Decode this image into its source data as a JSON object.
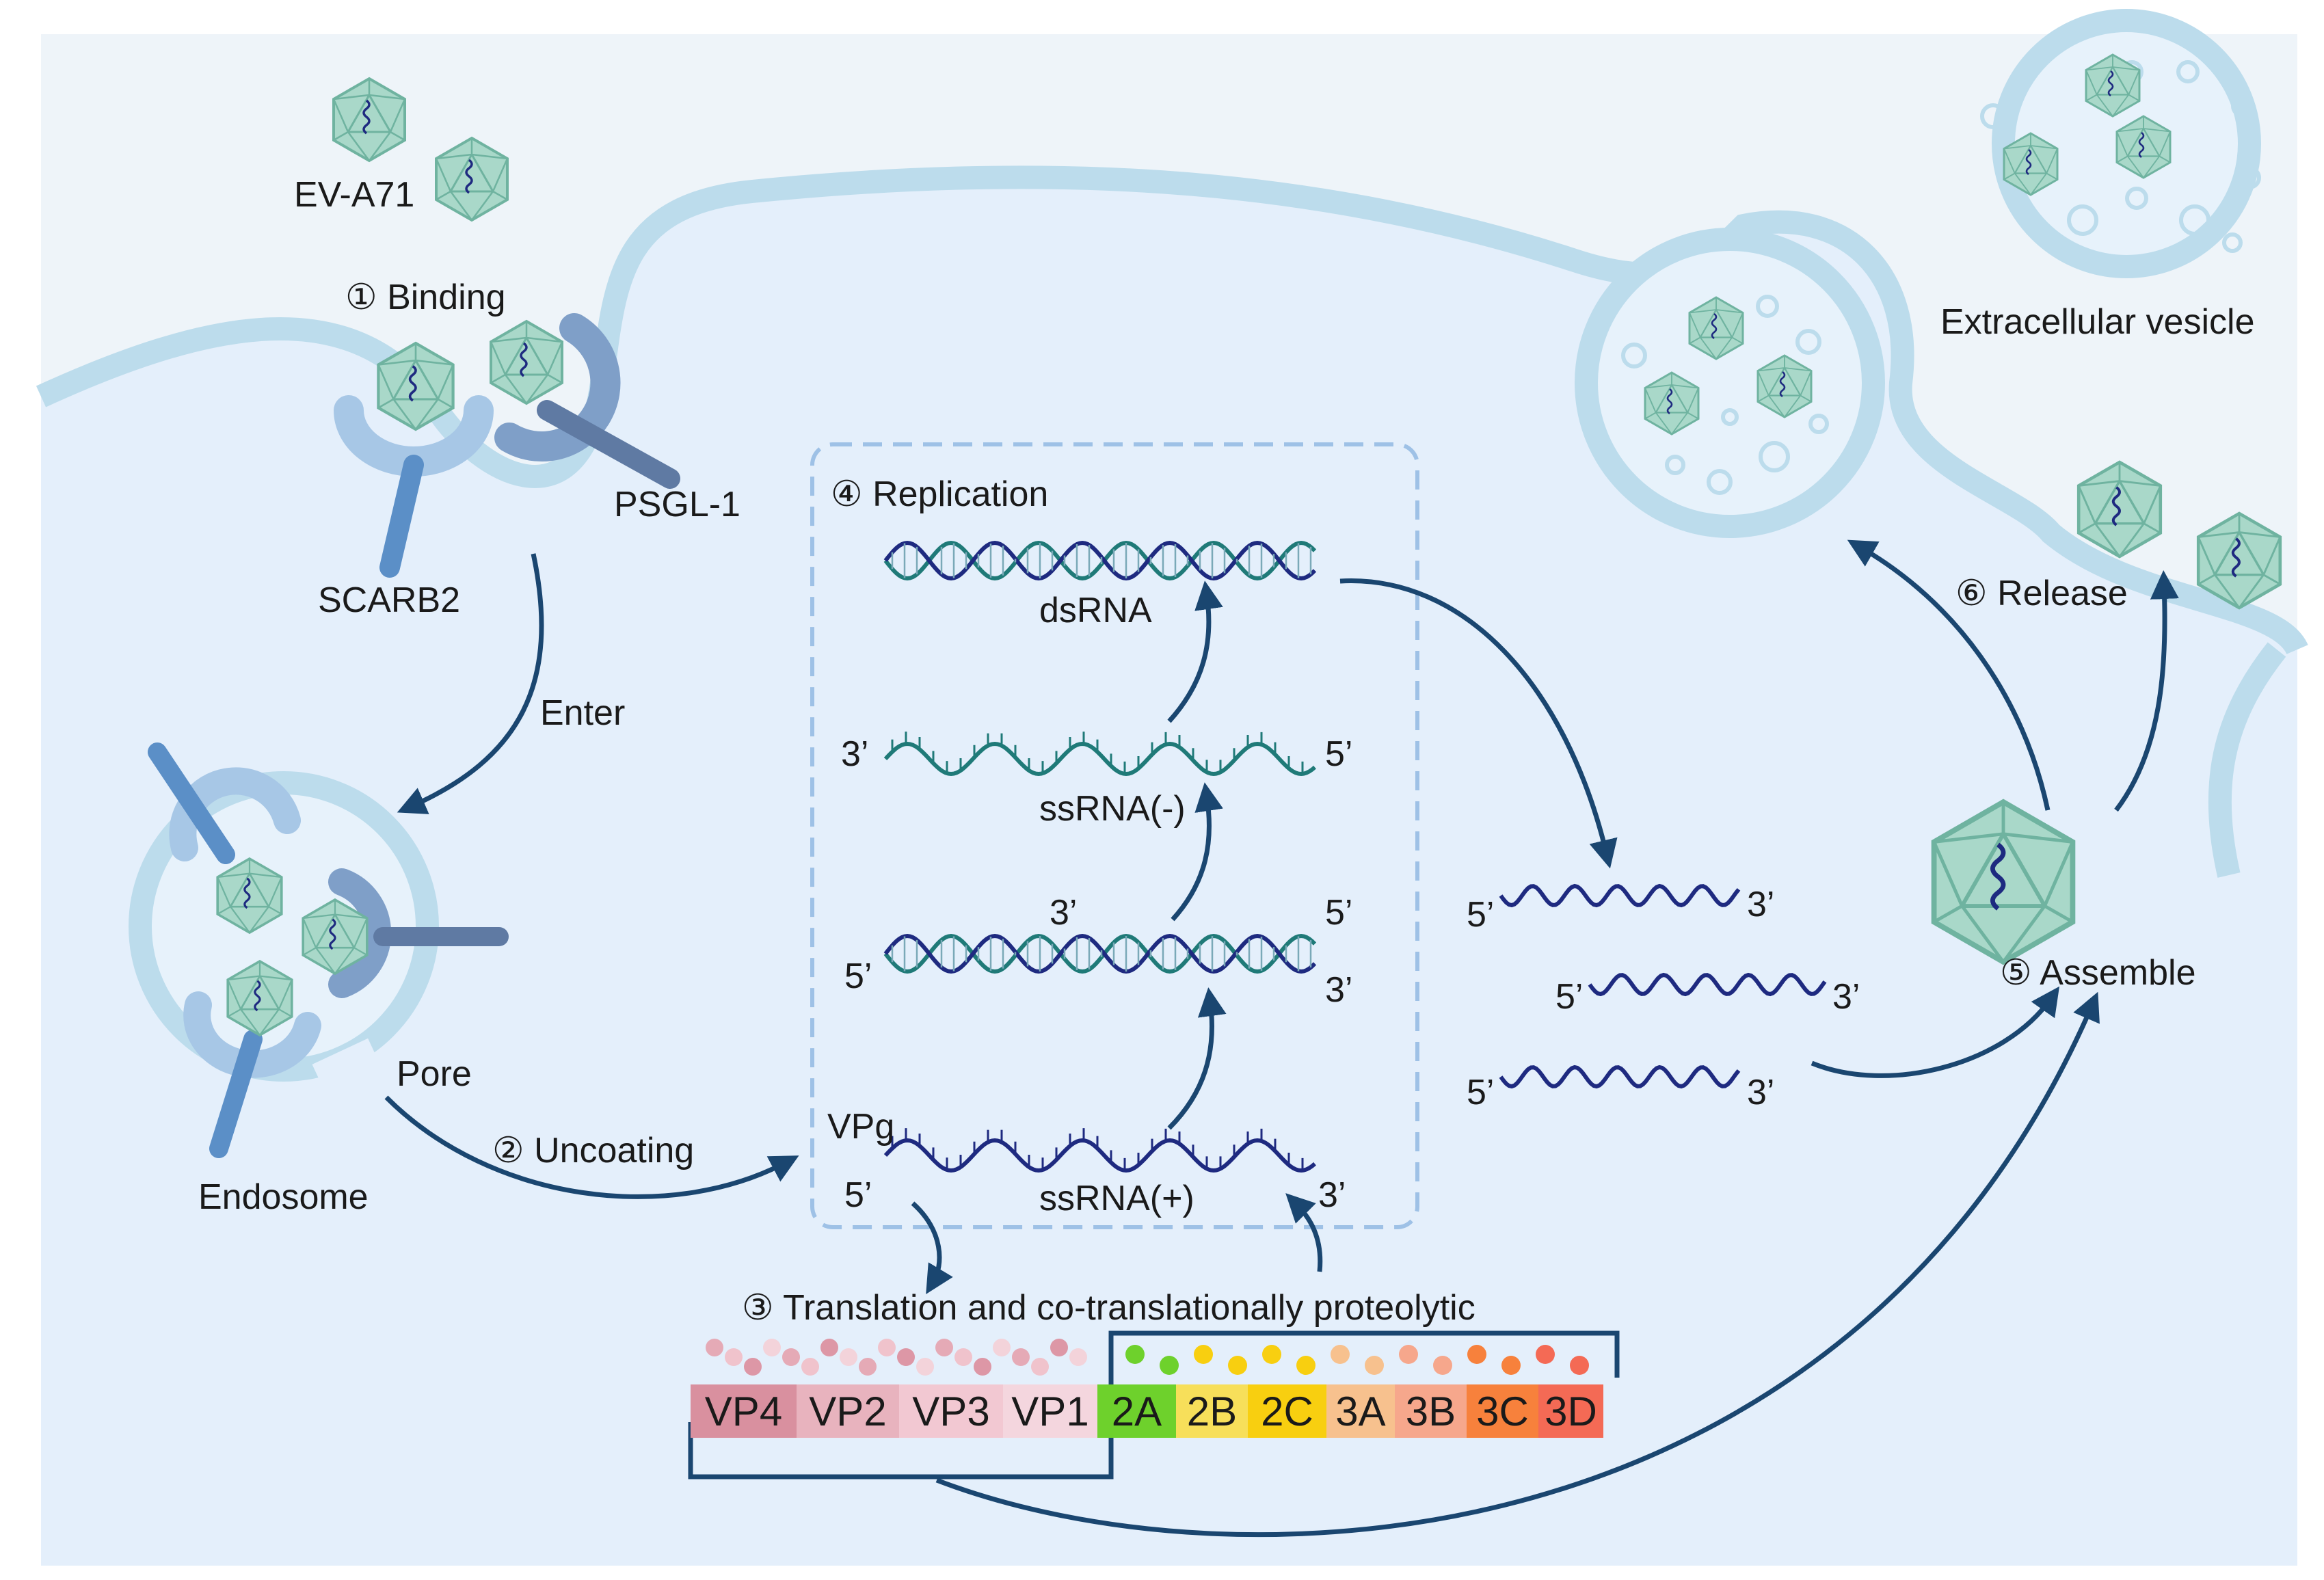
{
  "virus_label": "EV-A71",
  "steps": {
    "binding": "① Binding",
    "uncoating": "② Uncoating",
    "translation": "③ Translation and co-translationally proteolytic",
    "replication": "④ Replication",
    "assemble": "⑤ Assemble",
    "release": "⑥ Release"
  },
  "receptors": {
    "scarb2": "SCARB2",
    "psgl1": "PSGL-1"
  },
  "labels": {
    "enter": "Enter",
    "endosome": "Endosome",
    "pore": "Pore",
    "extracellular_vesicle": "Extracellular vesicle",
    "vpg": "VPg",
    "dsrna": "dsRNA",
    "ssrna_minus": "ssRNA(-)",
    "ssrna_plus": "ssRNA(+)"
  },
  "ends": {
    "five": "5’",
    "three": "3’"
  },
  "polyprotein": [
    {
      "name": "VP4",
      "color": "#d9909f"
    },
    {
      "name": "VP2",
      "color": "#e8b3be"
    },
    {
      "name": "VP3",
      "color": "#f2c8d2"
    },
    {
      "name": "VP1",
      "color": "#f4d6de"
    },
    {
      "name": "2A",
      "color": "#6ed12c"
    },
    {
      "name": "2B",
      "color": "#f7df5a"
    },
    {
      "name": "2C",
      "color": "#f8cf10"
    },
    {
      "name": "3A",
      "color": "#f7c18e"
    },
    {
      "name": "3B",
      "color": "#f6a78c"
    },
    {
      "name": "3C",
      "color": "#f7813c"
    },
    {
      "name": "3D",
      "color": "#f46a55"
    }
  ],
  "colors": {
    "cell": "#e4effb",
    "membrane": "#bcdcec",
    "arrow": "#1a4670",
    "rna_plus": "#1e2a80",
    "rna_minus": "#1f7a78",
    "capsid": "#a9d8c9"
  }
}
